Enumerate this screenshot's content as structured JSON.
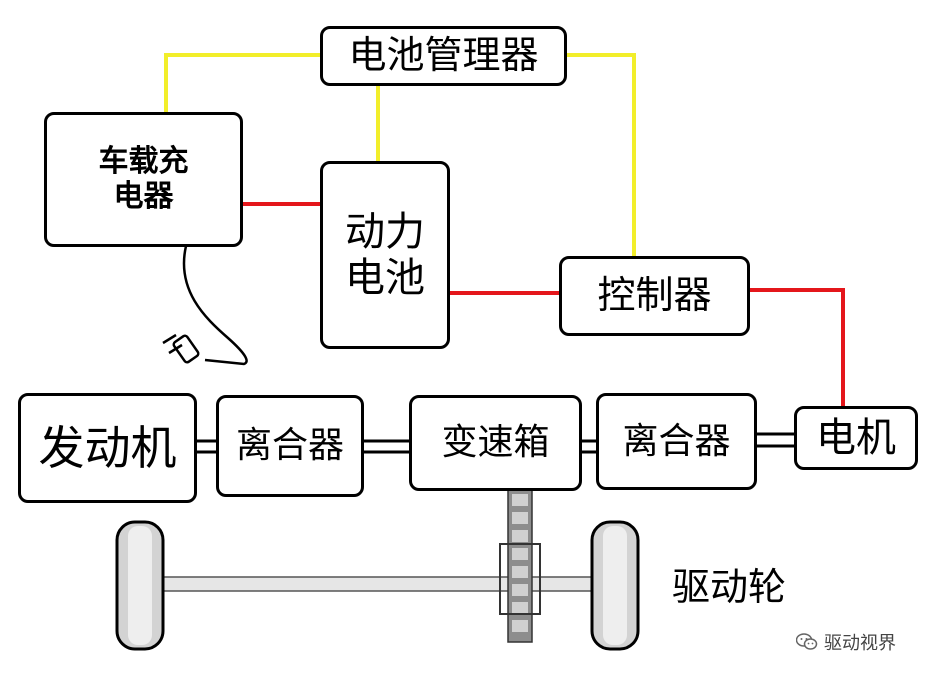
{
  "diagram": {
    "boxes": {
      "bms": "电池管理器",
      "charger_line1": "车载充",
      "charger_line2": "电器",
      "battery_line1": "动力",
      "battery_line2": "电池",
      "controller": "控制器",
      "engine": "发动机",
      "clutch_left": "离合器",
      "gearbox": "变速箱",
      "clutch_right": "离合器",
      "motor": "电机"
    },
    "wheels_label": "驱动轮",
    "watermark": "驱动视界",
    "colors": {
      "signal_wire": "#f2ee2a",
      "power_wire": "#e4161b",
      "outline": "#000000",
      "shaft": "#d8d8d8",
      "tire": "#cfcfcf",
      "chain": "#9a9a9a"
    }
  }
}
